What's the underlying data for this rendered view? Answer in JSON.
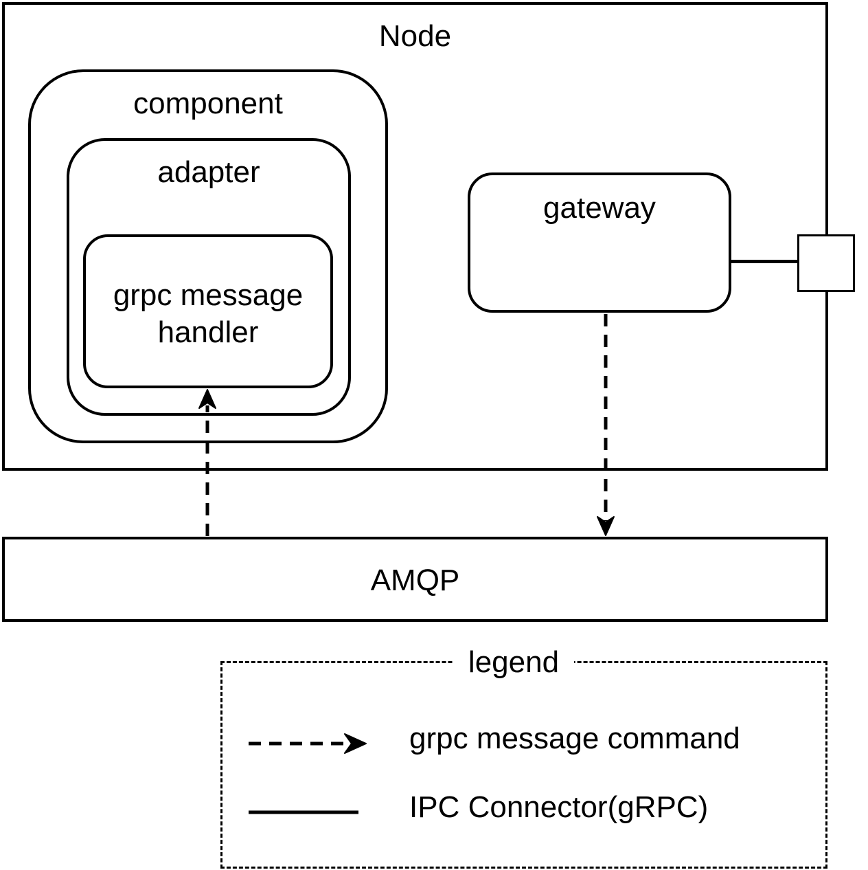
{
  "diagram": {
    "node": {
      "label": "Node"
    },
    "component": {
      "label": "component"
    },
    "adapter": {
      "label": "adapter"
    },
    "handler": {
      "label": "grpc message handler"
    },
    "gateway": {
      "label": "gateway"
    },
    "amqp": {
      "label": "AMQP"
    },
    "legend": {
      "title": "legend",
      "items": [
        {
          "label": "grpc message command",
          "line_style": "dashed-arrow"
        },
        {
          "label": "IPC Connector(gRPC)",
          "line_style": "solid"
        }
      ]
    },
    "edges": [
      {
        "from": "AMQP",
        "to": "grpc message handler",
        "style": "dashed-arrow"
      },
      {
        "from": "gateway",
        "to": "AMQP",
        "style": "dashed-arrow"
      },
      {
        "from": "gateway",
        "to": "port",
        "style": "solid"
      }
    ]
  }
}
